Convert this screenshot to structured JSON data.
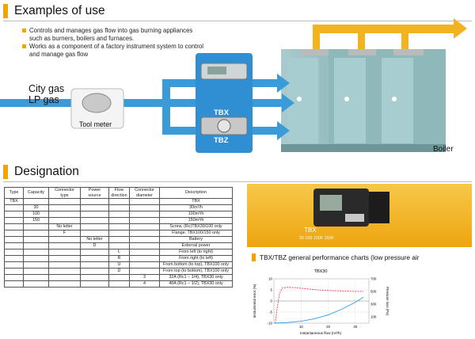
{
  "sections": {
    "examples_title": "Examples of use",
    "designation_title": "Designation"
  },
  "bullets": [
    "Controls and manages gas flow into gas burning appliances such as burners, boilers and furnaces.",
    "Works as a component of a factory instrument system to control and manage gas flow"
  ],
  "diagram": {
    "gas_line1": "City gas",
    "gas_line2": "LP gas",
    "tool_meter": "Tool meter",
    "tbx": "TBX",
    "tbz": "TBZ",
    "boiler": "Boiler"
  },
  "colors": {
    "accent": "#f2a500",
    "flow_blue": "#3a9bd8",
    "panel_blue": "#2f8fd2",
    "exhaust_orange": "#f2b321"
  },
  "table": {
    "headers": [
      "Type",
      "Capacity",
      "Connector type",
      "Power source",
      "Flow direction",
      "Connector diameter",
      "Description"
    ],
    "rows": [
      [
        "TBX",
        "",
        "",
        "",
        "",
        "",
        "TBX"
      ],
      [
        "",
        "30",
        "",
        "",
        "",
        "",
        "30m³/h"
      ],
      [
        "",
        "100",
        "",
        "",
        "",
        "",
        "100m³/h"
      ],
      [
        "",
        "150",
        "",
        "",
        "",
        "",
        "150m³/h"
      ],
      [
        "",
        "",
        "No letter",
        "",
        "",
        "",
        "Screw, (Rc)TBX30/100 only"
      ],
      [
        "",
        "",
        "F",
        "",
        "",
        "",
        "Flange: TBX100/150 only"
      ],
      [
        "",
        "",
        "",
        "No letter",
        "",
        "",
        "Battery"
      ],
      [
        "",
        "",
        "",
        "D",
        "",
        "",
        "External power"
      ],
      [
        "",
        "",
        "",
        "",
        "L",
        "",
        "From left (to right)"
      ],
      [
        "",
        "",
        "",
        "",
        "R",
        "",
        "From right (to left)"
      ],
      [
        "",
        "",
        "",
        "",
        "U",
        "",
        "From bottom (to top), TBX100 only"
      ],
      [
        "",
        "",
        "",
        "",
        "D",
        "",
        "From top (to bottom), TBX100 only"
      ],
      [
        "",
        "",
        "",
        "",
        "",
        "3",
        "32A (Rc1 − 1/4), TBX30 only"
      ],
      [
        "",
        "",
        "",
        "",
        "",
        "4",
        "40A (Rc1 − 1/2), TBX30 only"
      ]
    ]
  },
  "photo": {
    "label": "TBX",
    "models": "30   100   100F   150F"
  },
  "chart_section_title": "TBX/TBZ general performance charts (low pressure air",
  "chart_data": {
    "type": "line",
    "title": "TBX30",
    "xlabel": "Instantaneous flow (m³/h)",
    "ylabel": "Instrumental error (%)",
    "ylabel_right": "Pressure loss (Pa)",
    "xlim": [
      0,
      35
    ],
    "ylim": [
      -10,
      10
    ],
    "ylim_right": [
      0,
      700
    ],
    "x_ticks": [
      10,
      20,
      30
    ],
    "y_ticks": [
      -10,
      -5,
      0,
      5,
      10
    ],
    "y_ticks_right": [
      100,
      300,
      500,
      700
    ],
    "grid": true,
    "series": [
      {
        "axis": "left",
        "style": "dashed",
        "color": "#e0405a",
        "x": [
          0.5,
          1,
          2,
          3,
          5,
          8,
          12,
          16,
          20,
          25,
          30,
          33
        ],
        "y": [
          -10,
          -5,
          3,
          5.8,
          6.2,
          6.0,
          5.5,
          5.0,
          4.7,
          4.5,
          4.3,
          4.3
        ]
      },
      {
        "axis": "right",
        "style": "solid",
        "color": "#2aa0dc",
        "x": [
          0,
          5,
          10,
          15,
          20,
          25,
          30,
          33
        ],
        "y": [
          0,
          10,
          30,
          70,
          130,
          220,
          330,
          410
        ]
      }
    ]
  }
}
